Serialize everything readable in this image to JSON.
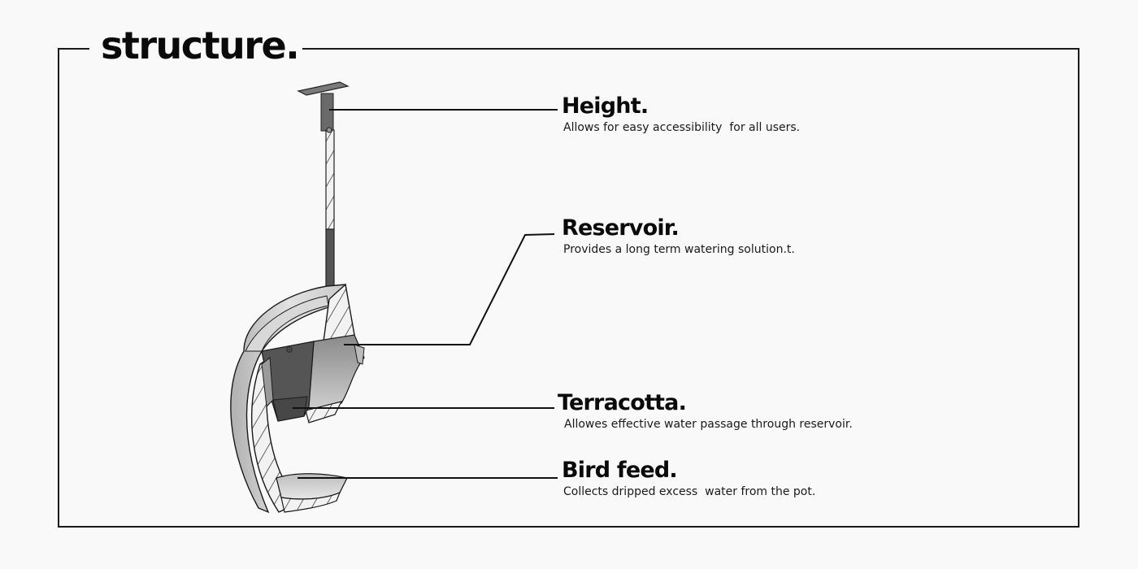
{
  "page": {
    "title": "structure."
  },
  "callouts": [
    {
      "id": "height",
      "heading": "Height.",
      "description": "Allows for easy accessibility  for all users."
    },
    {
      "id": "reservoir",
      "heading": "Reservoir.",
      "description": "Provides a long term watering solution.t."
    },
    {
      "id": "terracotta",
      "heading": "Terracotta.",
      "description": "Allowes effective water passage through reservoir."
    },
    {
      "id": "bird-feed",
      "heading": "Bird feed.",
      "description": "Collects dripped excess  water from the pot."
    }
  ],
  "colors": {
    "background": "#f9f9f9",
    "ink": "#0a0a0a",
    "dark_part": "#5a5a5a",
    "mid_part": "#9a9a9a",
    "light_part": "#d4d4d4"
  }
}
